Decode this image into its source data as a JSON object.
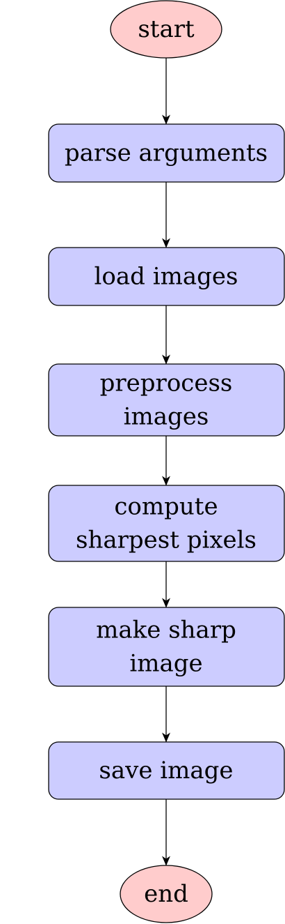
{
  "colors": {
    "terminal_fill": "#ffcccc",
    "process_fill": "#ccccff",
    "stroke": "#000000"
  },
  "nodes": [
    {
      "id": "start",
      "kind": "terminal",
      "lines": [
        "start"
      ]
    },
    {
      "id": "parse-arguments",
      "kind": "process",
      "lines": [
        "parse arguments"
      ]
    },
    {
      "id": "load-images",
      "kind": "process",
      "lines": [
        "load images"
      ]
    },
    {
      "id": "preprocess-images",
      "kind": "process",
      "lines": [
        "preprocess",
        "images"
      ]
    },
    {
      "id": "compute-sharpest-pixels",
      "kind": "process",
      "lines": [
        "compute",
        "sharpest pixels"
      ]
    },
    {
      "id": "make-sharp-image",
      "kind": "process",
      "lines": [
        "make sharp",
        "image"
      ]
    },
    {
      "id": "save-image",
      "kind": "process",
      "lines": [
        "save image"
      ]
    },
    {
      "id": "end",
      "kind": "terminal",
      "lines": [
        "end"
      ]
    }
  ],
  "edges": [
    {
      "from": "start",
      "to": "parse-arguments"
    },
    {
      "from": "parse-arguments",
      "to": "load-images"
    },
    {
      "from": "load-images",
      "to": "preprocess-images"
    },
    {
      "from": "preprocess-images",
      "to": "compute-sharpest-pixels"
    },
    {
      "from": "compute-sharpest-pixels",
      "to": "make-sharp-image"
    },
    {
      "from": "make-sharp-image",
      "to": "save-image"
    },
    {
      "from": "save-image",
      "to": "end"
    }
  ]
}
